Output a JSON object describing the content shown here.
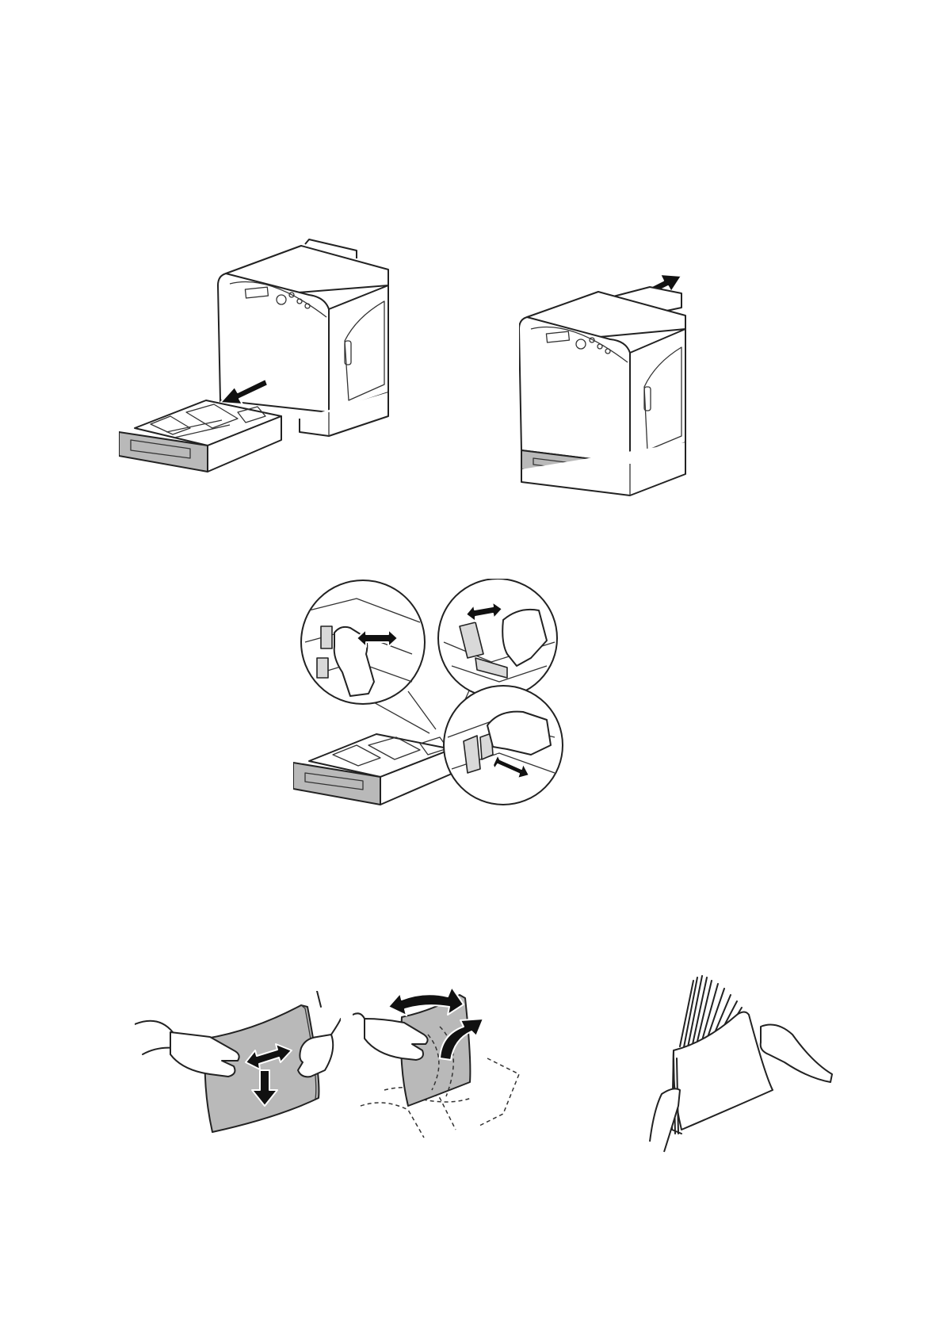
{
  "page": {
    "background": "#ffffff"
  },
  "figures": [
    {
      "id": "pull-out-tray",
      "icons": [
        "printer-icon",
        "paper-tray-icon",
        "arrow-icon"
      ]
    },
    {
      "id": "extend-output-tray",
      "icons": [
        "printer-icon",
        "arrow-icon"
      ]
    },
    {
      "id": "adjust-paper-guides",
      "icons": [
        "paper-tray-icon",
        "hand-icon",
        "double-arrow-icon"
      ]
    },
    {
      "id": "flex-paper-stack",
      "icons": [
        "paper-stack-icon",
        "hand-icon",
        "double-arrow-icon",
        "arrow-icon"
      ]
    },
    {
      "id": "fan-paper-stack",
      "icons": [
        "paper-stack-icon",
        "hand-icon",
        "curved-arrow-icon"
      ]
    },
    {
      "id": "riffle-paper-stack",
      "icons": [
        "paper-stack-icon",
        "hand-icon"
      ]
    }
  ],
  "colors": {
    "line": "#222222",
    "fill_grey": "#b9b9b9",
    "arrow": "#111111"
  }
}
